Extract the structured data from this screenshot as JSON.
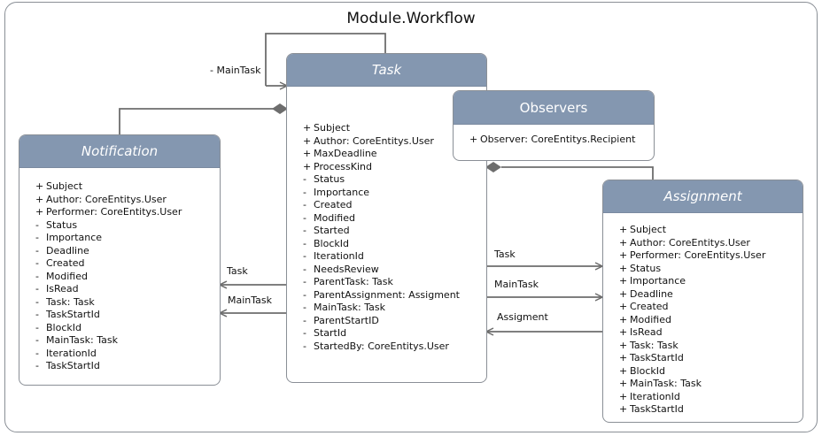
{
  "diagram": {
    "title": "Module.Workflow",
    "classes": {
      "task": {
        "name": "Task",
        "attributes": [
          {
            "vis": "+",
            "text": "Subject"
          },
          {
            "vis": "+",
            "text": "Author: CoreEntitys.User"
          },
          {
            "vis": "+",
            "text": "MaxDeadline"
          },
          {
            "vis": "+",
            "text": "ProcessKind"
          },
          {
            "vis": "-",
            "text": "Status"
          },
          {
            "vis": "-",
            "text": "Importance"
          },
          {
            "vis": "-",
            "text": "Created"
          },
          {
            "vis": "-",
            "text": "Modified"
          },
          {
            "vis": "-",
            "text": "Started"
          },
          {
            "vis": "-",
            "text": "BlockId"
          },
          {
            "vis": "-",
            "text": "IterationId"
          },
          {
            "vis": "-",
            "text": "NeedsReview"
          },
          {
            "vis": "-",
            "text": "ParentTask: Task"
          },
          {
            "vis": "-",
            "text": "ParentAssignment: Assigment"
          },
          {
            "vis": "-",
            "text": "MainTask: Task"
          },
          {
            "vis": "-",
            "text": "ParentStartID"
          },
          {
            "vis": "-",
            "text": "StartId"
          },
          {
            "vis": "-",
            "text": "StartedBy: CoreEntitys.User"
          }
        ]
      },
      "observers": {
        "name": "Observers",
        "attributes": [
          {
            "vis": "+",
            "text": "Observer: CoreEntitys.Recipient"
          }
        ]
      },
      "notification": {
        "name": "Notification",
        "attributes": [
          {
            "vis": "+",
            "text": "Subject"
          },
          {
            "vis": "+",
            "text": "Author: CoreEntitys.User"
          },
          {
            "vis": "+",
            "text": "Performer: CoreEntitys.User"
          },
          {
            "vis": "-",
            "text": "Status"
          },
          {
            "vis": "-",
            "text": "Importance"
          },
          {
            "vis": "-",
            "text": "Deadline"
          },
          {
            "vis": "-",
            "text": "Created"
          },
          {
            "vis": "-",
            "text": "Modified"
          },
          {
            "vis": "-",
            "text": "IsRead"
          },
          {
            "vis": "-",
            "text": "Task: Task"
          },
          {
            "vis": "-",
            "text": "TaskStartId"
          },
          {
            "vis": "-",
            "text": "BlockId"
          },
          {
            "vis": "-",
            "text": "MainTask: Task"
          },
          {
            "vis": "-",
            "text": "IterationId"
          },
          {
            "vis": "-",
            "text": "TaskStartId"
          }
        ]
      },
      "assignment": {
        "name": "Assignment",
        "attributes": [
          {
            "vis": "+",
            "text": "Subject"
          },
          {
            "vis": "+",
            "text": "Author: CoreEntitys.User"
          },
          {
            "vis": "+",
            "text": "Performer: CoreEntitys.User"
          },
          {
            "vis": "+",
            "text": "Status"
          },
          {
            "vis": "+",
            "text": "Importance"
          },
          {
            "vis": "+",
            "text": "Deadline"
          },
          {
            "vis": "+",
            "text": "Created"
          },
          {
            "vis": "+",
            "text": "Modified"
          },
          {
            "vis": "+",
            "text": "IsRead"
          },
          {
            "vis": "+",
            "text": "Task: Task"
          },
          {
            "vis": "+",
            "text": "TaskStartId"
          },
          {
            "vis": "+",
            "text": "BlockId"
          },
          {
            "vis": "+",
            "text": "MainTask: Task"
          },
          {
            "vis": "+",
            "text": "IterationId"
          },
          {
            "vis": "+",
            "text": "TaskStartId"
          }
        ]
      }
    },
    "associations": {
      "self_main_task": "- MainTask",
      "notif_task": "Task",
      "notif_main_task": "MainTask",
      "assign_task": "Task",
      "assign_main_task": "MainTask",
      "assign_assigment": "Assigment"
    },
    "colors": {
      "header_fill": "#8497b0",
      "border": "#8a8f96",
      "connector": "#6d6d6d"
    }
  }
}
